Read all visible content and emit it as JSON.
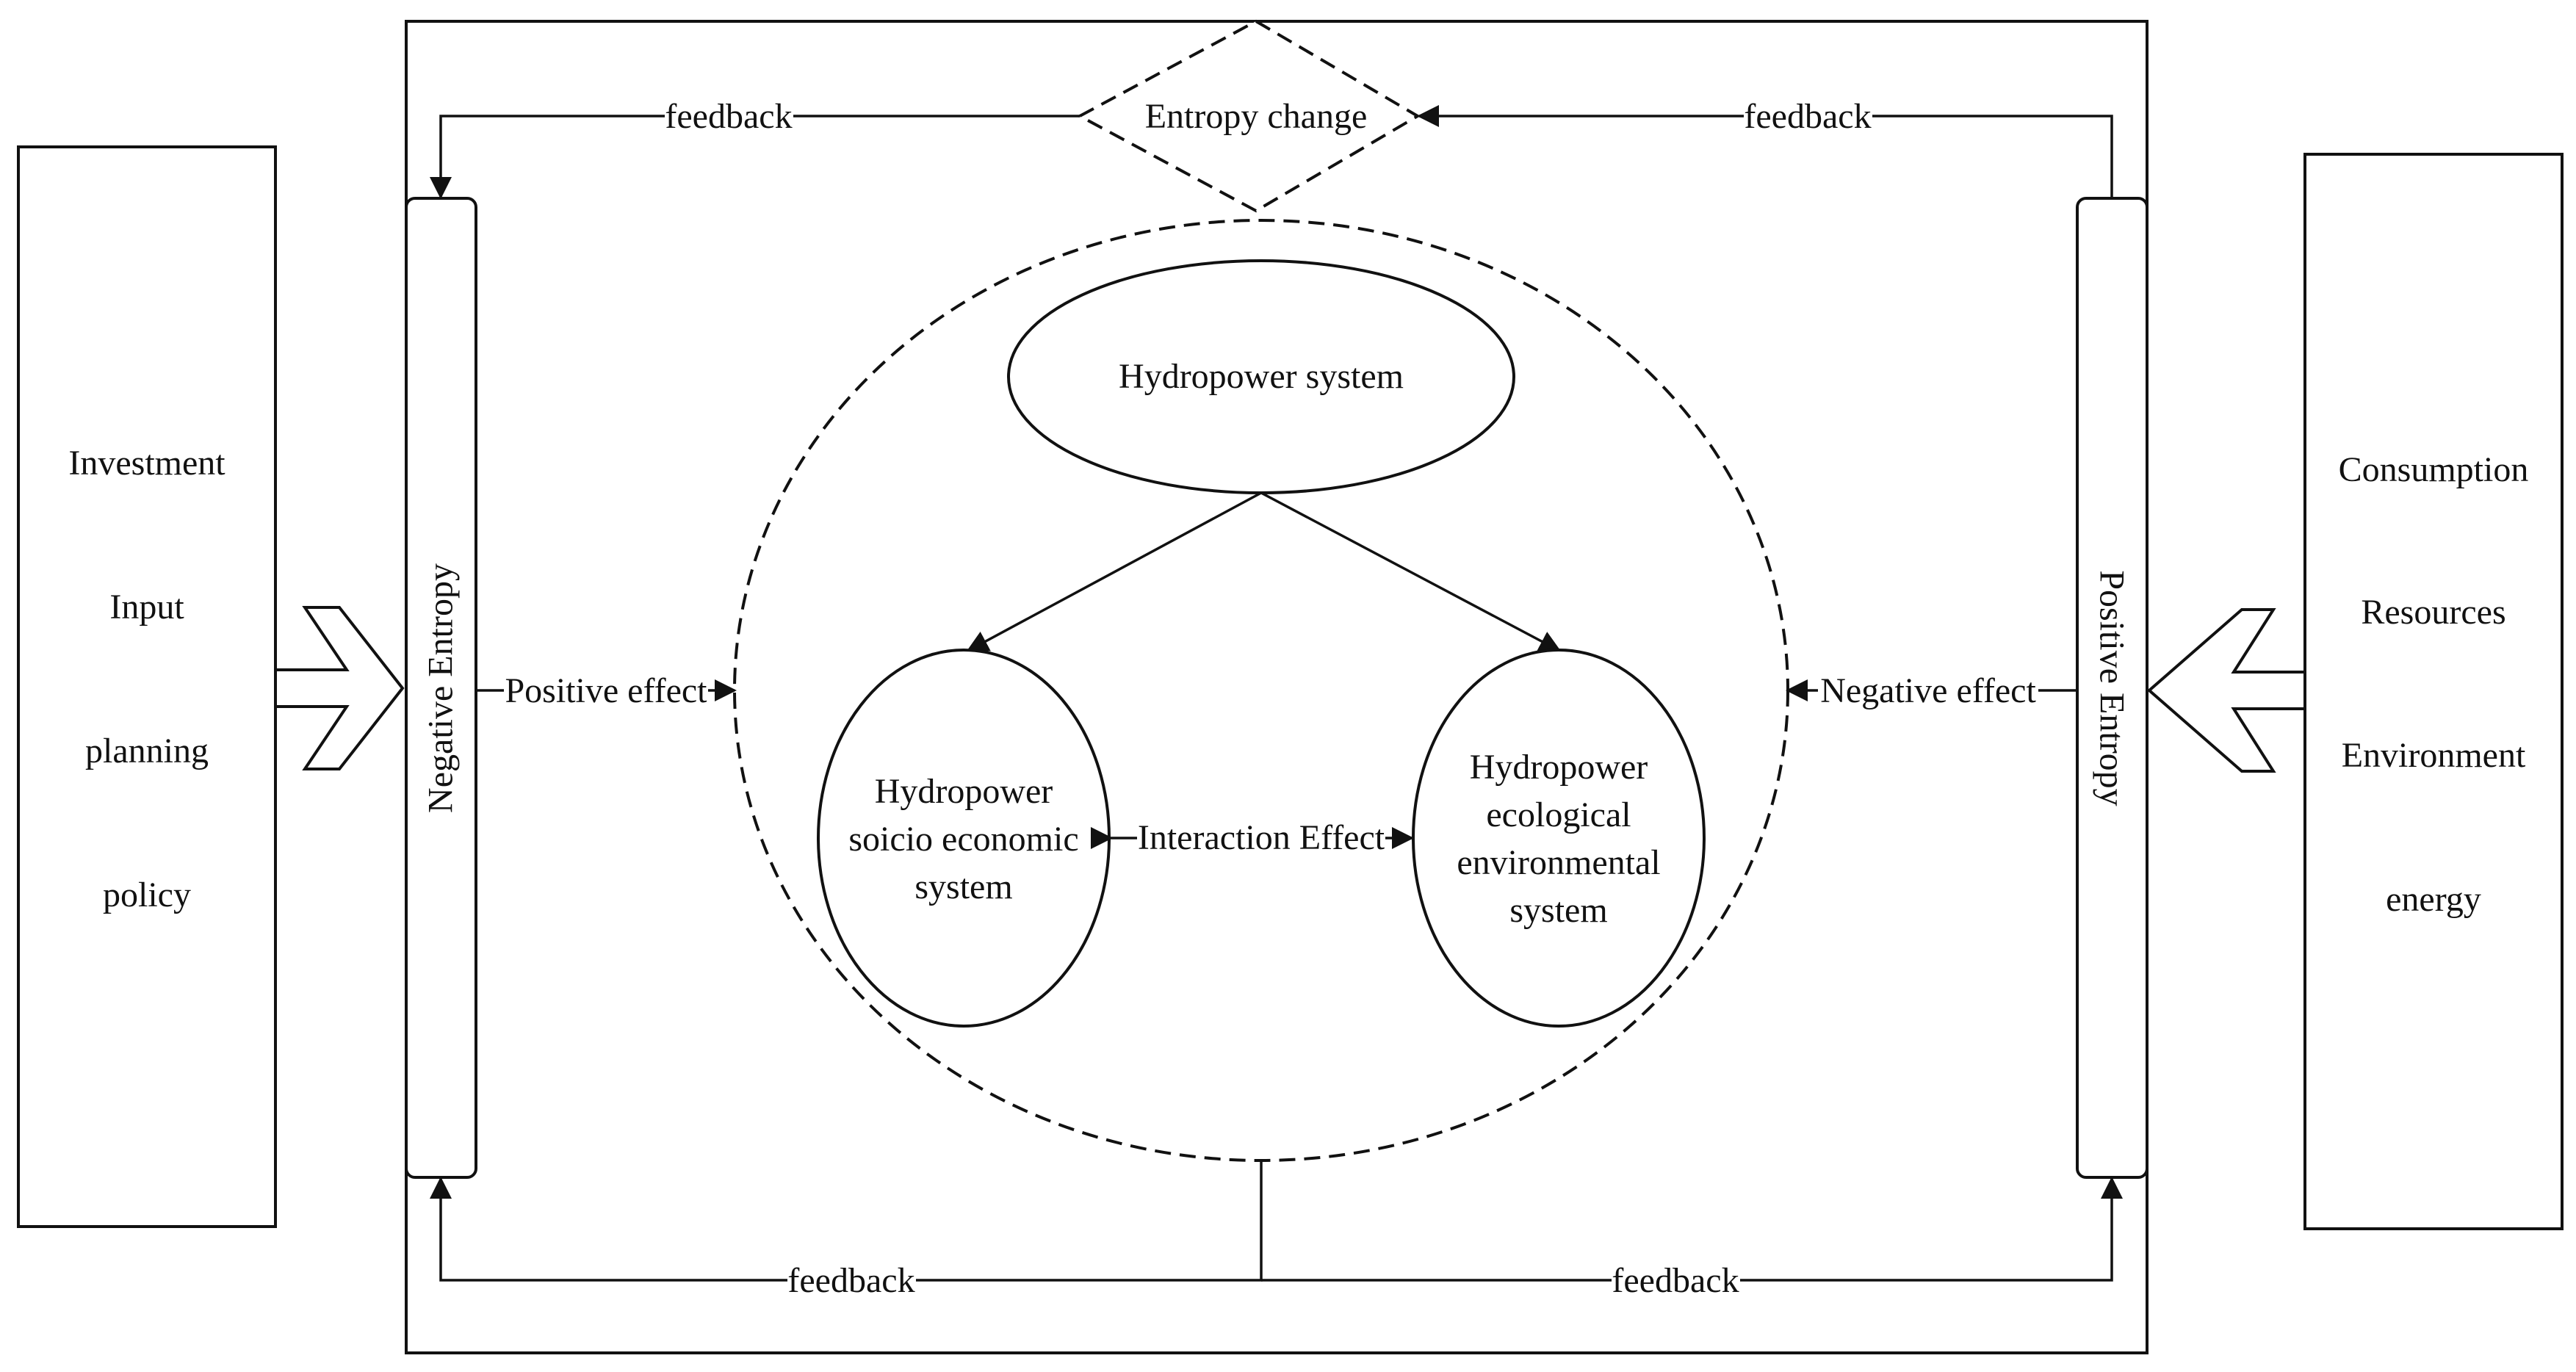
{
  "left_panel": {
    "items": [
      "Investment",
      "Input",
      "planning",
      "policy"
    ]
  },
  "right_panel": {
    "items": [
      "Consumption",
      "Resources",
      "Environment",
      "energy"
    ]
  },
  "left_bar": {
    "label": "Negative Entropy"
  },
  "right_bar": {
    "label": "Positive Entropy"
  },
  "entropy_change": {
    "label": "Entropy change"
  },
  "feedback": {
    "top_left": "feedback",
    "top_right": "feedback",
    "bottom_left": "feedback",
    "bottom_right": "feedback"
  },
  "effects": {
    "positive": "Positive effect",
    "negative": "Negative effect",
    "interaction": "Interaction Effect"
  },
  "nodes": {
    "hydropower_system": "Hydropower system",
    "socio_economic": [
      "Hydropower",
      "soicio economic",
      "system"
    ],
    "ecological": [
      "Hydropower",
      "ecological",
      "environmental",
      "system"
    ]
  }
}
